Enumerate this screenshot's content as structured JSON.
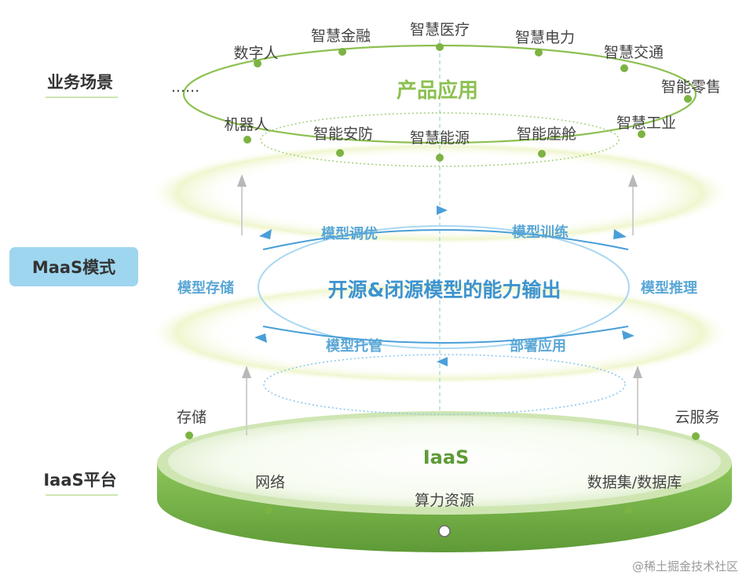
{
  "layers": {
    "business": {
      "label": "业务场景",
      "center": "产品应用",
      "ellipsis": "......",
      "items": [
        "数字人",
        "智慧金融",
        "智慧医疗",
        "智慧电力",
        "智慧交通",
        "智能零售",
        "智慧工业",
        "智能座舱",
        "智慧能源",
        "智能安防",
        "机器人"
      ]
    },
    "maas": {
      "label": "MaaS模式",
      "center": "开源&闭源模型的能力输出",
      "items": [
        "模型调优",
        "模型训练",
        "模型推理",
        "部署应用",
        "模型托管",
        "模型存储"
      ]
    },
    "iaas": {
      "label": "IaaS平台",
      "center": "IaaS",
      "items": [
        "存储",
        "云服务",
        "网络",
        "算力资源",
        "数据集/数据库"
      ]
    }
  },
  "watermark": "@稀土掘金技术社区",
  "colors": {
    "green": "#7cb342",
    "green_dark": "#5e9a36",
    "blue": "#4a9fd8",
    "maas_badge": "#9ed6ef"
  }
}
